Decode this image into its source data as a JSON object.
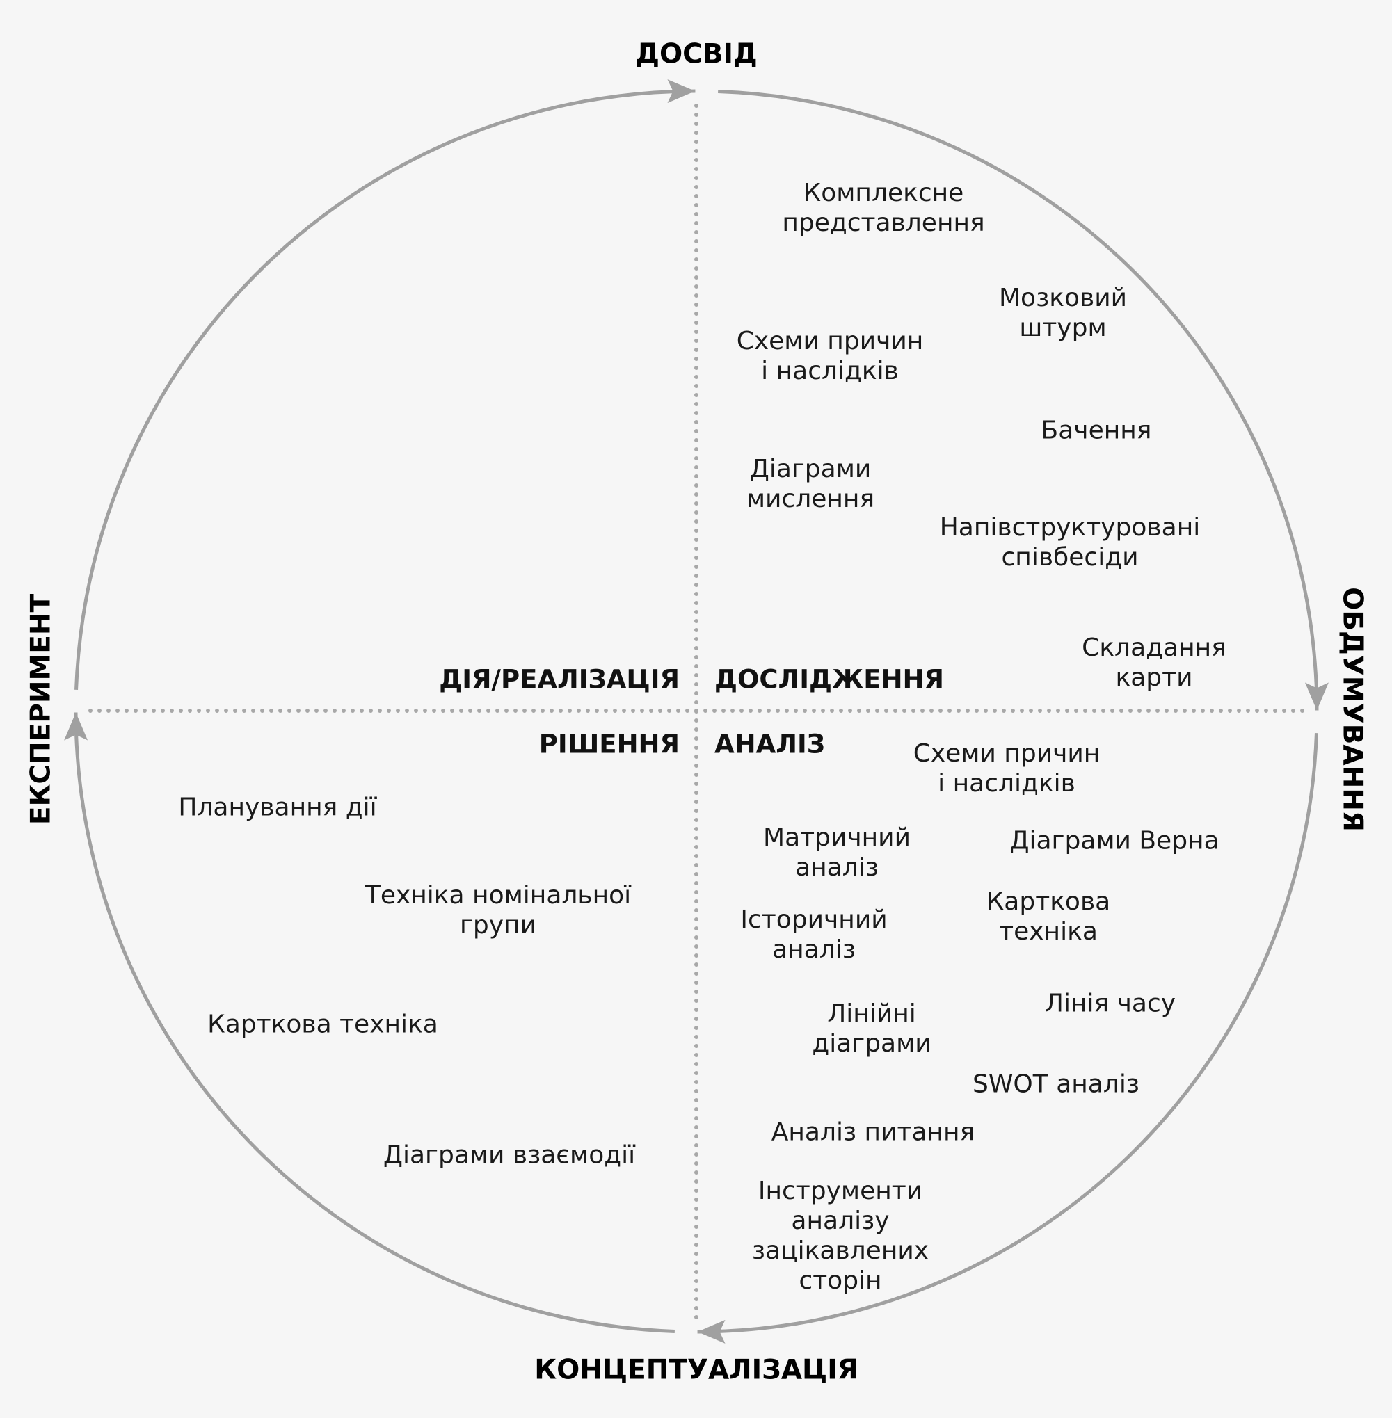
{
  "colors": {
    "circle": "#a0a0a0",
    "axis": "#a8a8a8",
    "text": "#1a1a1a",
    "background": "#f6f6f6"
  },
  "axes": {
    "top": "ДОСВІД",
    "right": "ОБДУМУВАННЯ",
    "bottom": "КОНЦЕПТУАЛІЗАЦІЯ",
    "left": "ЕКСПЕРИМЕНТ"
  },
  "quadrants": {
    "top_left": "ДІЯ/РЕАЛІЗАЦІЯ",
    "top_right": "ДОСЛІДЖЕННЯ",
    "bottom_left": "РІШЕННЯ",
    "bottom_right": "АНАЛІЗ"
  },
  "top_right_items": [
    "Комплексне\nпредставлення",
    "Мозковий\nштурм",
    "Схеми причин\nі наслідків",
    "Бачення",
    "Діаграми\nмислення",
    "Напівструктуровані\nспівбесіди",
    "Складання\nкарти"
  ],
  "bottom_right_items": [
    "Схеми причин\nі наслідків",
    "Матричний\nаналіз",
    "Діаграми Верна",
    "Карткова\nтехніка",
    "Історичний\nаналіз",
    "Лінійні\nдіаграми",
    "Лінія часу",
    "SWOT аналіз",
    "Аналіз питання",
    "Інструменти\nаналізу\nзацікавлених\nсторін"
  ],
  "bottom_left_items": [
    "Планування дії",
    "Техніка номінальної\nгрупи",
    "Карткова техніка",
    "Діаграми взаємодії"
  ]
}
